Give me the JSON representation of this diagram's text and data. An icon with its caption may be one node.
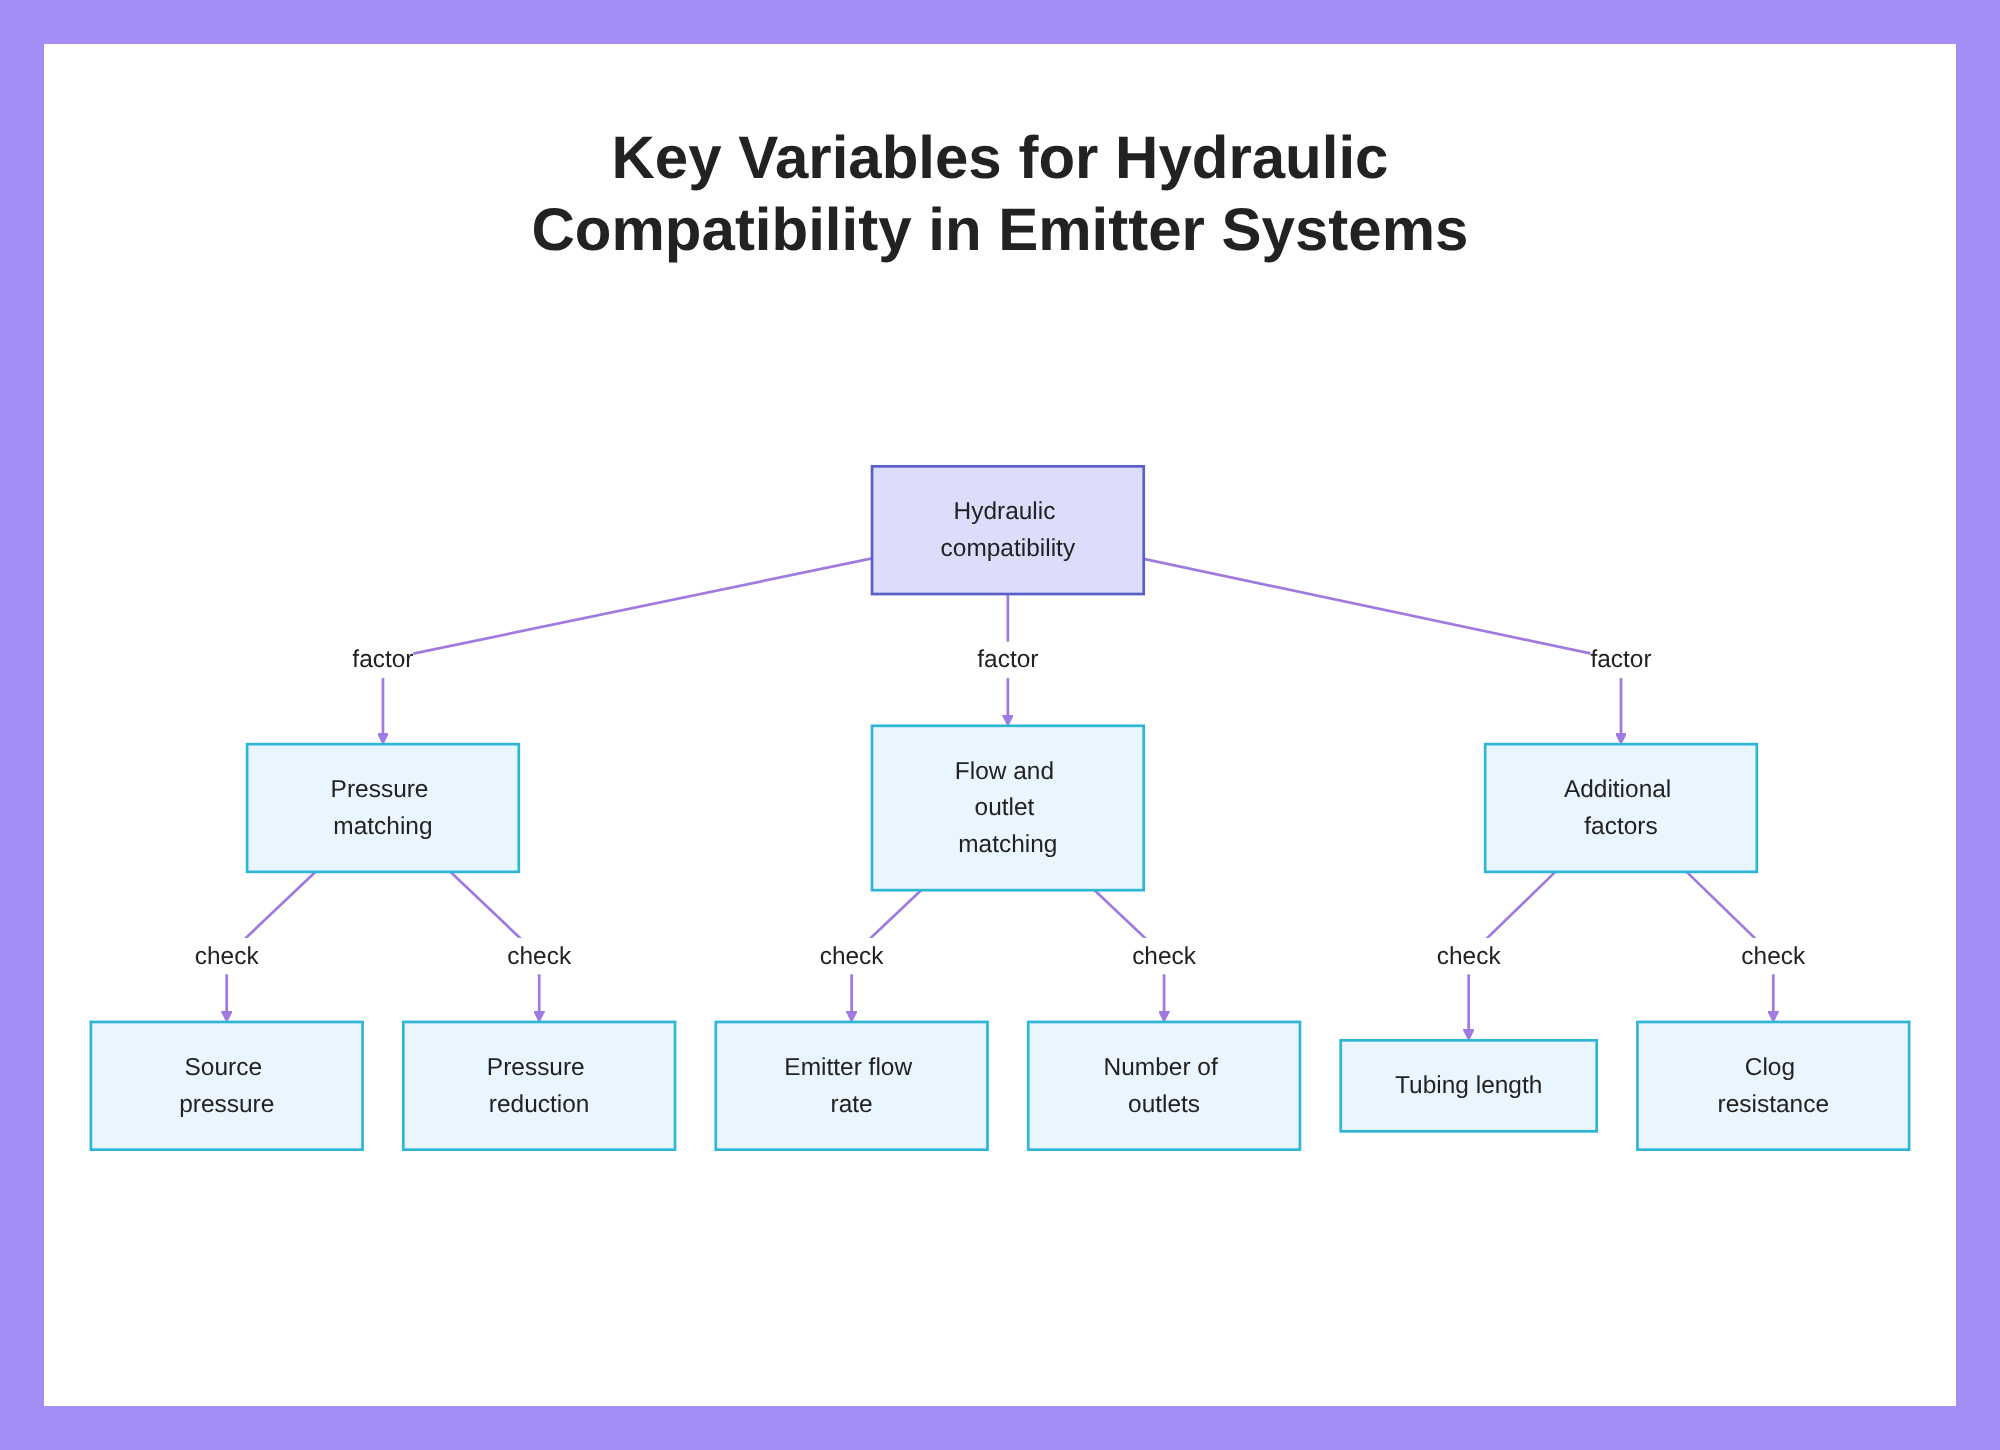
{
  "diagram": {
    "title": "Key Variables for Hydraulic Compatibility in Emitter Systems",
    "nodes": [
      {
        "text": [
          "Hydraulic compatibility"
        ]
      },
      {
        "text": [
          "Pressure matching"
        ]
      },
      {
        "text": [
          "Flow and outlet matching"
        ]
      },
      {
        "text": [
          "Additional factors"
        ]
      },
      {
        "text": [
          "Source pressure"
        ]
      },
      {
        "text": [
          "Pressure reduction"
        ]
      },
      {
        "text": [
          "Emitter flow rate"
        ]
      },
      {
        "text": [
          "Number of outlets"
        ]
      },
      {
        "text": [
          "Tubing length"
        ]
      },
      {
        "text": [
          "Clog resistance"
        ]
      }
    ],
    "edges": [
      {
        "from": 0,
        "to": 1,
        "arrow": "to",
        "label": "factor"
      },
      {
        "from": 0,
        "to": 2,
        "arrow": "to",
        "label": "factor"
      },
      {
        "from": 0,
        "to": 3,
        "arrow": "to",
        "label": "factor"
      },
      {
        "from": 1,
        "to": 4,
        "arrow": "to",
        "label": "check"
      },
      {
        "from": 1,
        "to": 5,
        "arrow": "to",
        "label": "check"
      },
      {
        "from": 2,
        "to": 6,
        "arrow": "to",
        "label": "check"
      },
      {
        "from": 2,
        "to": 7,
        "arrow": "to",
        "label": "check"
      },
      {
        "from": 3,
        "to": 8,
        "arrow": "to",
        "label": "check"
      },
      {
        "from": 3,
        "to": 9,
        "arrow": "to",
        "label": "check"
      }
    ]
  }
}
